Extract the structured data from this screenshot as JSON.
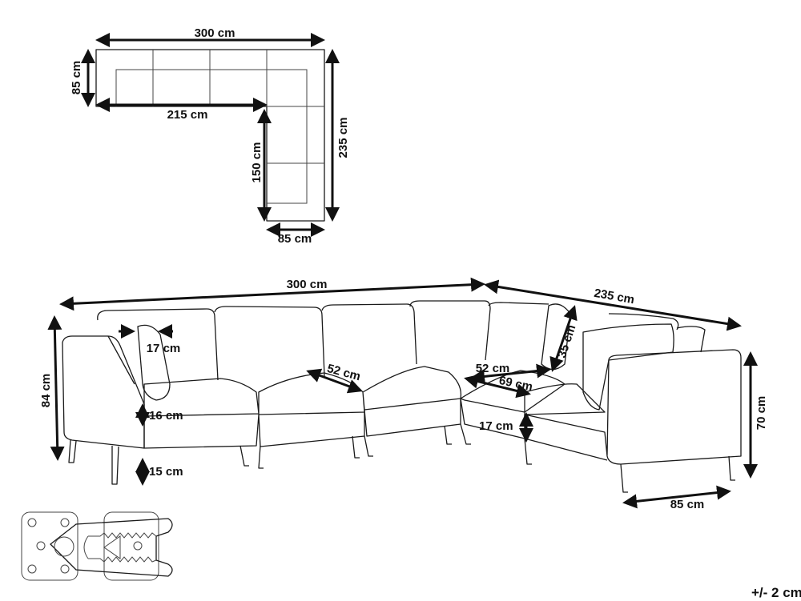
{
  "plan_view": {
    "width_total": "300 cm",
    "depth_left": "85 cm",
    "seat_length_left": "215 cm",
    "length_right": "235 cm",
    "seat_length_right": "150 cm",
    "depth_bottom": "85 cm"
  },
  "perspective_view": {
    "width_total": "300 cm",
    "length_right": "235 cm",
    "height_total": "84 cm",
    "armrest_width": "17 cm",
    "seat_depth_1": "52 cm",
    "seat_depth_2": "52 cm",
    "back_height": "35 cm",
    "corner_depth": "69 cm",
    "seat_thickness": "16 cm",
    "base_height": "17 cm",
    "leg_height": "15 cm",
    "arm_height": "70 cm",
    "depth": "85 cm"
  },
  "tolerance": "+/- 2 cm",
  "colors": {
    "line": "#1a1a1a",
    "background": "#ffffff"
  }
}
